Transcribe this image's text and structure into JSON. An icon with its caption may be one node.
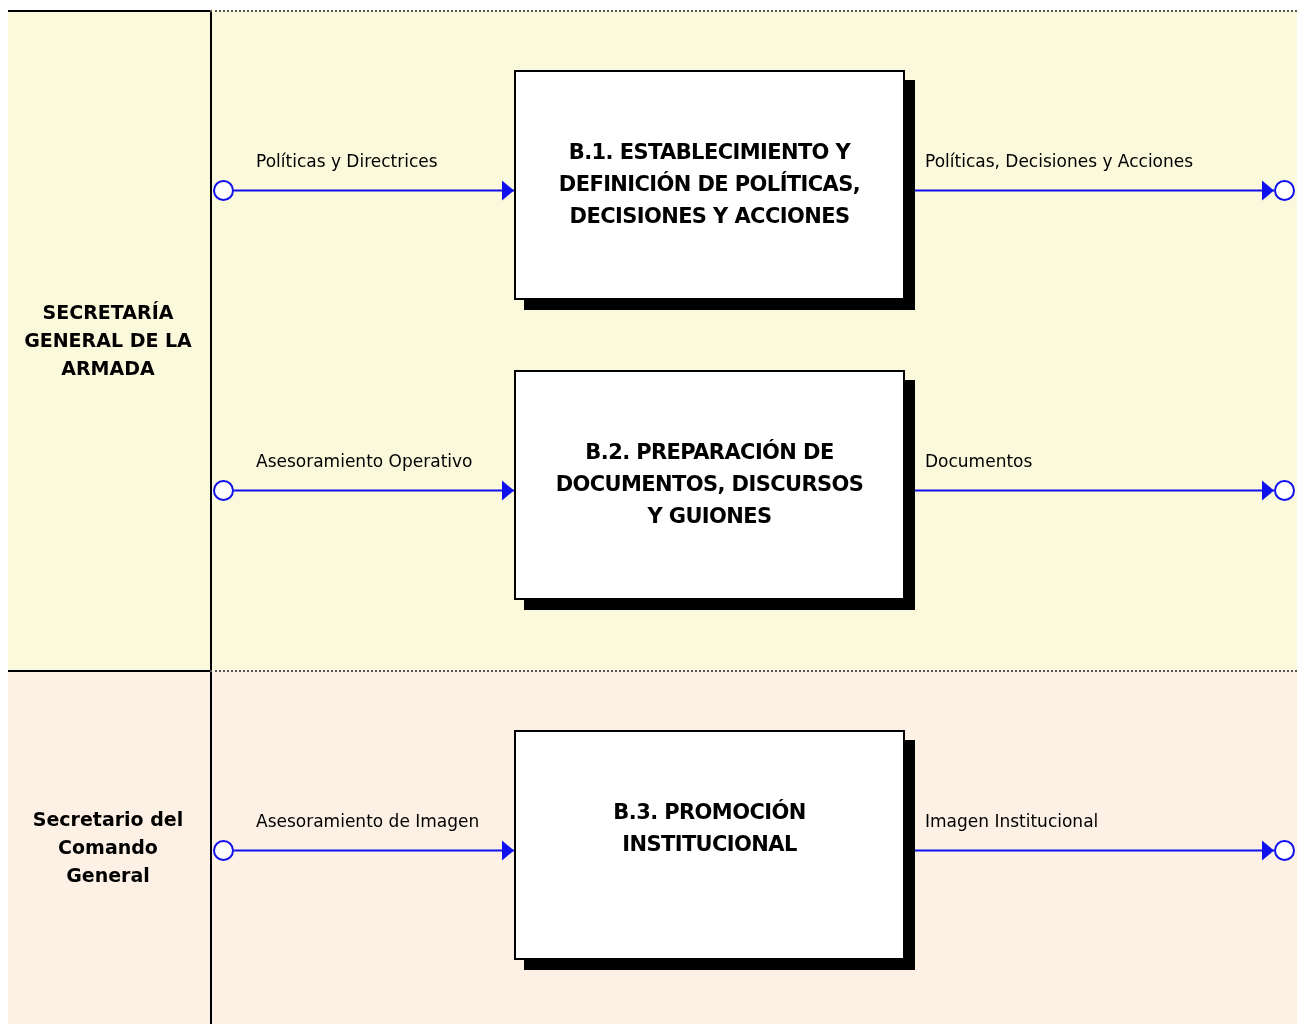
{
  "diagram": {
    "nodes": [
      {
        "text": [
          "SECRETARÍA GENERAL DE LA ARMADA"
        ]
      },
      {
        "text": [
          "B.1.  ESTABLECIMIENTO Y DEFINICIÓN DE POLÍTICAS, DECISIONES Y ACCIONES"
        ],
        "in": 0
      },
      {
        "text": [
          "B.2.  PREPARACIÓN DE DOCUMENTOS, DISCURSOS Y GUIONES"
        ],
        "in": 0
      },
      {
        "text": [
          "Secretario del Comando General"
        ]
      },
      {
        "text": [
          "B.3.  PROMOCIÓN INSTITUCIONAL"
        ],
        "in": 3
      },
      {
        "text": [],
        "shape": "circle",
        "in": 0
      },
      {
        "text": [],
        "shape": "circle",
        "in": 0
      },
      {
        "text": [],
        "shape": "circle",
        "in": 0
      },
      {
        "text": [],
        "shape": "circle",
        "in": 0
      },
      {
        "text": [],
        "shape": "circle",
        "in": 3
      },
      {
        "text": [],
        "shape": "circle",
        "in": 3
      }
    ],
    "edges": [
      {
        "from": 5,
        "to": 1,
        "arrow": "to",
        "label": "Políticas y Directrices"
      },
      {
        "from": 1,
        "to": 7,
        "arrow": "to",
        "label": "Políticas, Decisiones y Acciones"
      },
      {
        "from": 6,
        "to": 2,
        "arrow": "to",
        "label": "Asesoramiento Operativo"
      },
      {
        "from": 2,
        "to": 8,
        "arrow": "to",
        "label": "Documentos"
      },
      {
        "from": 9,
        "to": 4,
        "arrow": "to",
        "label": "Asesoramiento de Imagen"
      },
      {
        "from": 4,
        "to": 10,
        "arrow": "to",
        "label": "Imagen Institucional"
      }
    ]
  }
}
